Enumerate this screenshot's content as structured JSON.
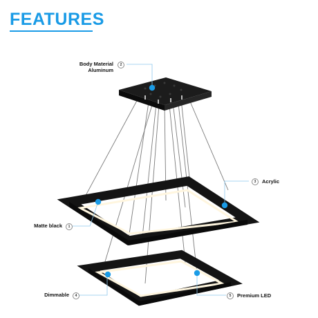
{
  "header": {
    "title": "FEATURES"
  },
  "colors": {
    "accent": "#1a9be6",
    "fixture": "#141414",
    "glow": "#fff6df",
    "leader": "#8fc9ee"
  },
  "callouts": [
    {
      "num": "1",
      "label": "Matte black"
    },
    {
      "num": "2",
      "label_line1": "Body Material",
      "label_line2": "Aluminum"
    },
    {
      "num": "3",
      "label": "Acrylic"
    },
    {
      "num": "4",
      "label": "Dimmable"
    },
    {
      "num": "5",
      "label": "Premium LED"
    }
  ]
}
